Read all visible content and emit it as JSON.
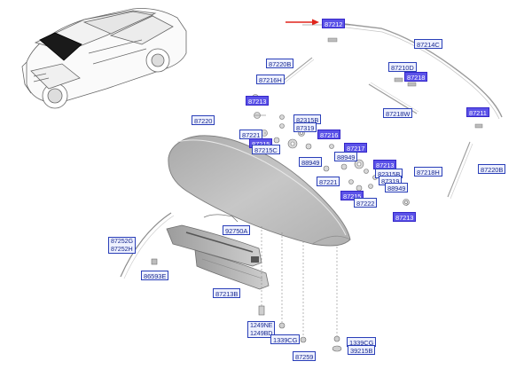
{
  "diagram": {
    "callouts": {
      "c01": "87212",
      "c02": "87214C",
      "c03": "87220B",
      "c04": "87216H",
      "c05": "87210D",
      "c06": "87218",
      "c07": "87218W",
      "c08": "87213",
      "c09": "87220",
      "c10": "82315B",
      "c11": "87319",
      "c12": "87221",
      "c13": "87216",
      "c14": "87215",
      "c15": "87215C",
      "c16": "88949",
      "c17": "87217",
      "c18": "88949",
      "c19": "87211",
      "c20": "87213",
      "c21": "87218H",
      "c22": "87220B",
      "c23": "82315B",
      "c24": "87319",
      "c25": "87221",
      "c26": "88949",
      "c27": "87215",
      "c28": "87222",
      "c29": "87213",
      "c30": "87252G",
      "c31": "87252H",
      "c32": "92750A",
      "c33": "86593E",
      "c34": "87213B",
      "c35": "1249NE",
      "c36": "1249BD",
      "c37": "1339CG",
      "c38": "1339CG",
      "c39": "87259",
      "c40": "39215B"
    },
    "colors": {
      "label_border": "#2a3fb8",
      "label_fill": "#eef1ff",
      "label_text": "#1b2b8f",
      "highlight_fill": "#5b52e8",
      "pointer_arrow": "#e0241b",
      "line_art": "#8a8a8a"
    }
  }
}
